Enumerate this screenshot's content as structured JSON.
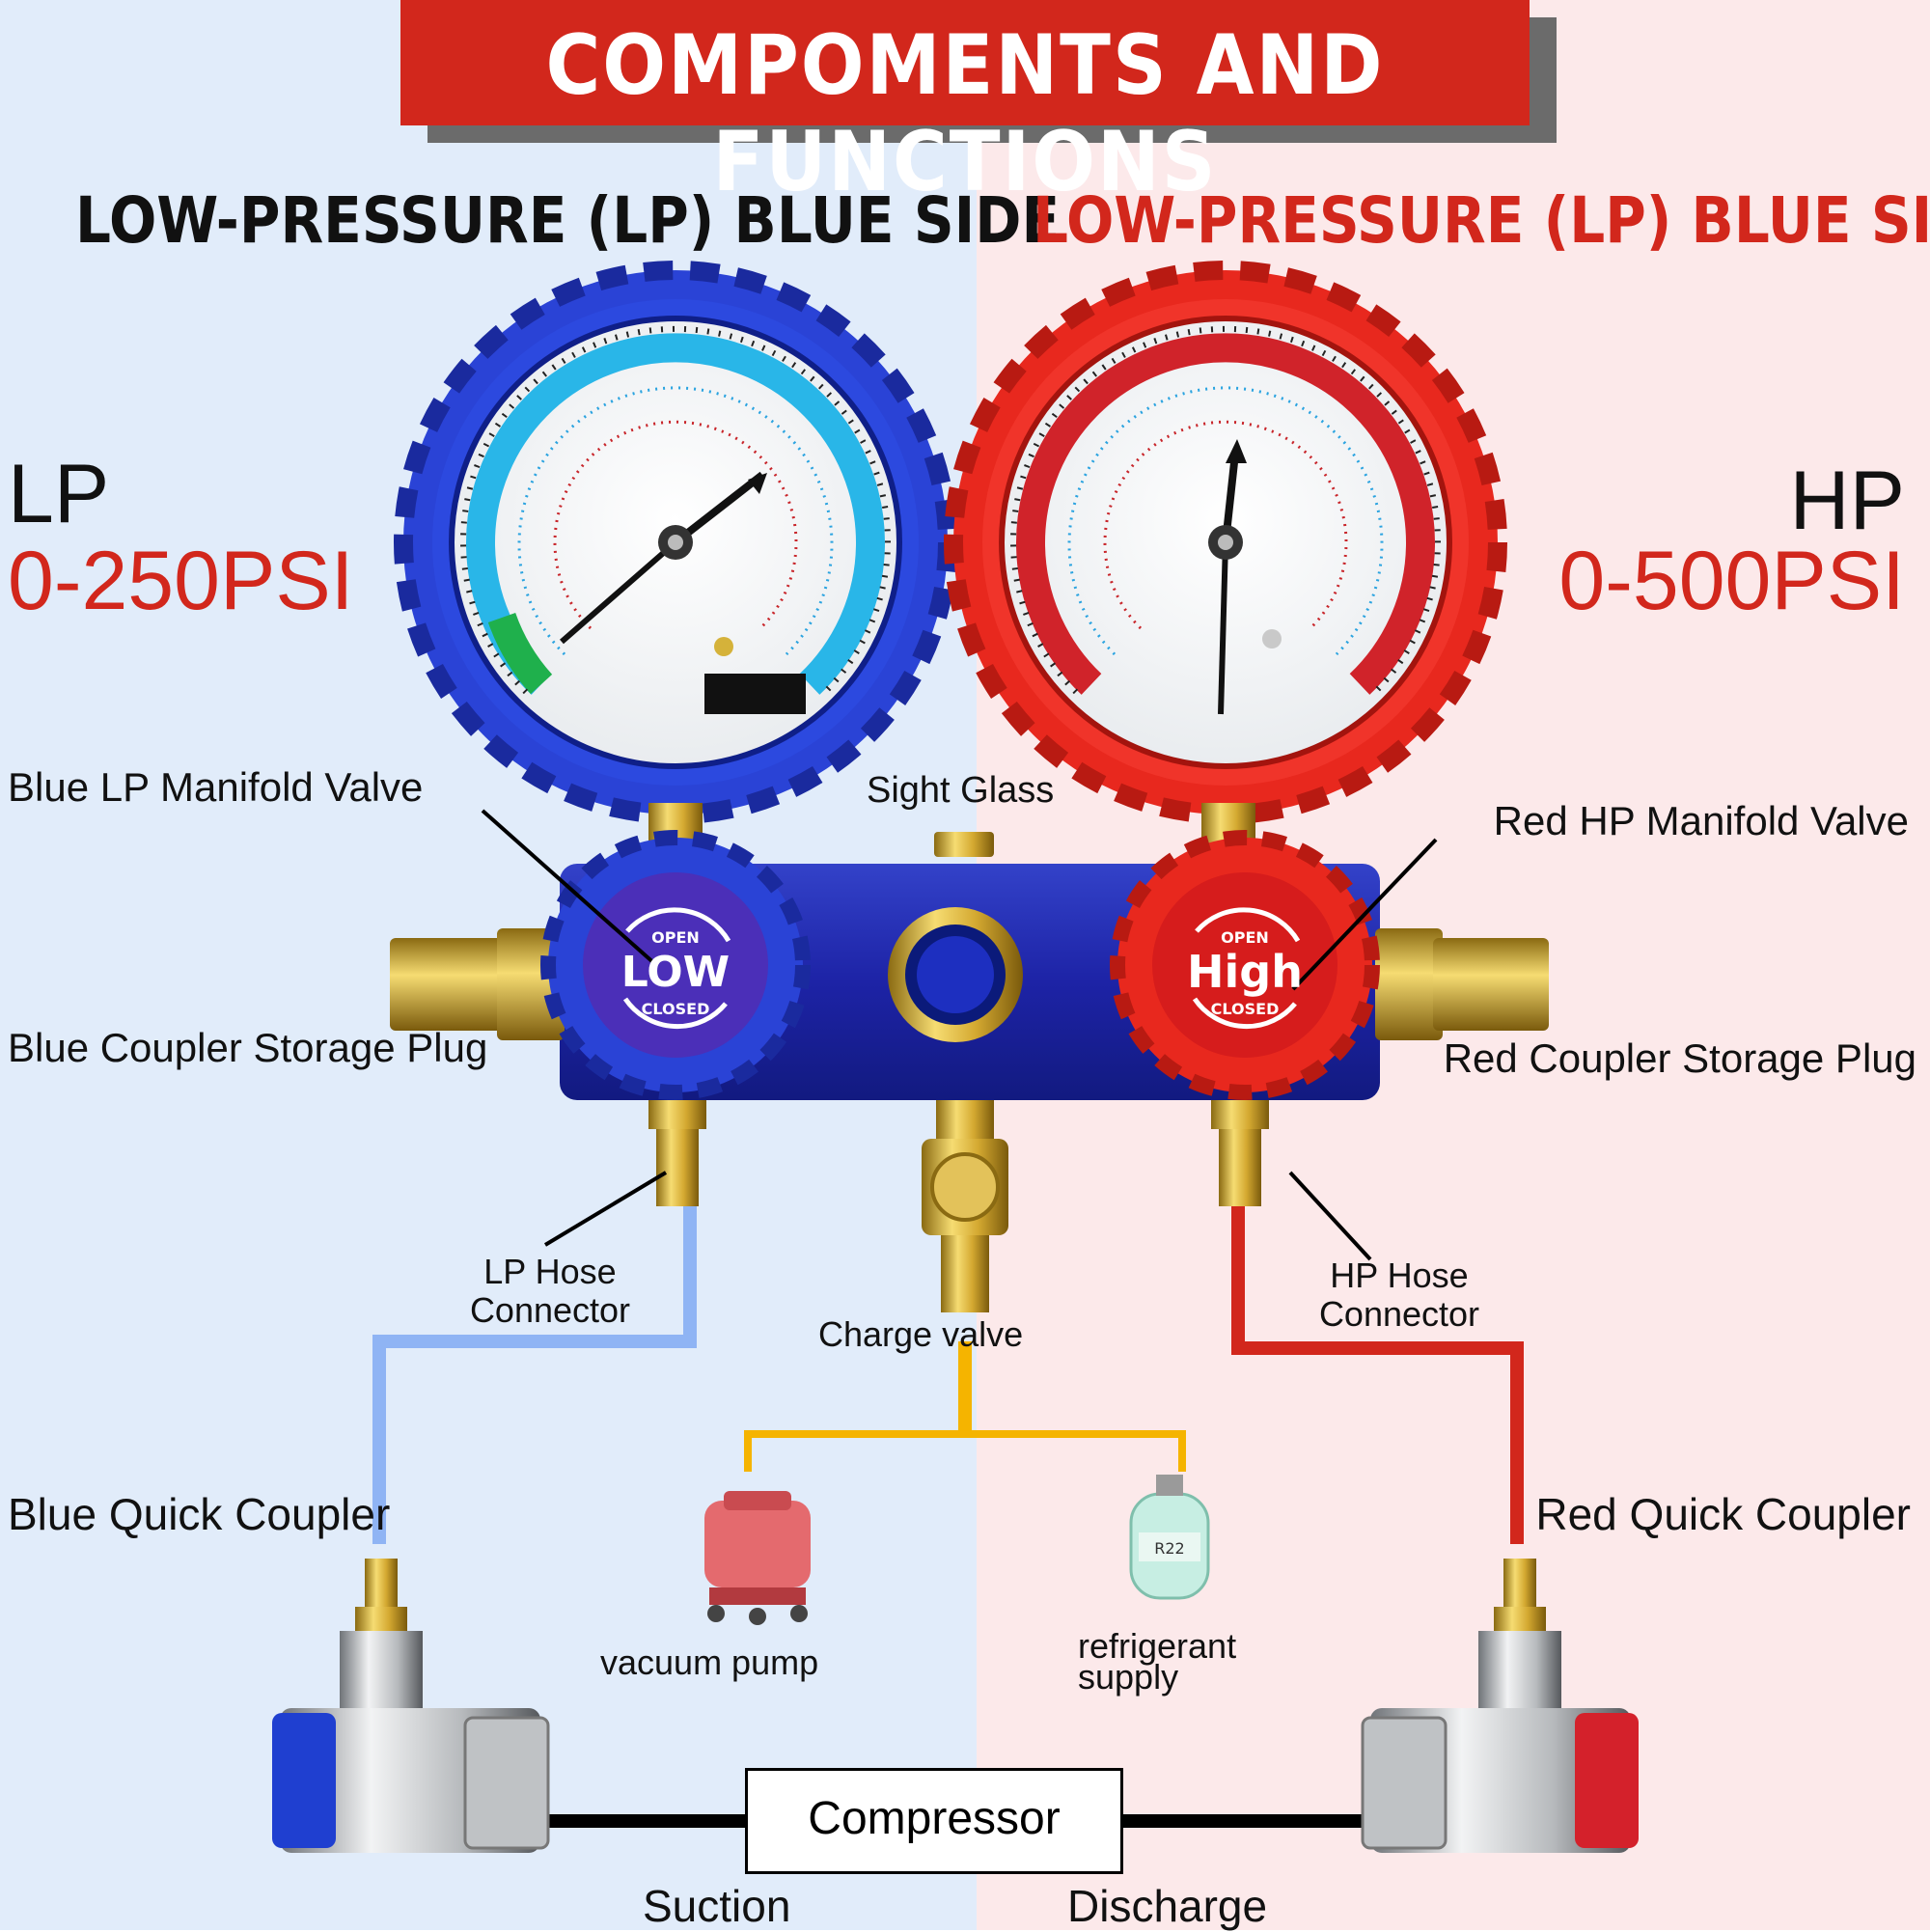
{
  "banner": {
    "title": "COMPOMENTS AND FUNCTIONS"
  },
  "headings": {
    "left": "LOW-PRESSURE (LP) BLUE SIDE",
    "right": "LOW-PRESSURE (LP) BLUE SIDE"
  },
  "left_gauge": {
    "code": "LP",
    "range": "0-250PSI"
  },
  "right_gauge": {
    "code": "HP",
    "range": "0-500PSI"
  },
  "knobs": {
    "low": {
      "top": "OPEN",
      "main": "LOW",
      "bottom": "CLOSED"
    },
    "high": {
      "top": "OPEN",
      "main": "High",
      "bottom": "CLOSED"
    }
  },
  "labels": {
    "blue_lp_valve": "Blue LP Manifold Valve",
    "sight_glass": "Sight Glass",
    "red_hp_valve": "Red HP Manifold Valve",
    "blue_coupler_plug": "Blue Coupler Storage Plug",
    "red_coupler_plug": "Red Coupler Storage Plug",
    "lp_hose_1": "LP Hose",
    "lp_hose_2": "Connector",
    "hp_hose_1": "HP Hose",
    "hp_hose_2": "Connector",
    "charge_valve": "Charge valve",
    "blue_quick_coupler": "Blue Quick Coupler",
    "red_quick_coupler": "Red Quick Coupler",
    "vacuum_pump": "vacuum pump",
    "refrigerant_1": "refrigerant",
    "refrigerant_2": "supply",
    "compressor": "Compressor",
    "suction": "Suction",
    "discharge": "Discharge"
  },
  "colors": {
    "banner": "#d2271c",
    "lp_blue": "#1f3fd0",
    "hp_red": "#e8281e",
    "lp_hose": "#8fb4f4",
    "hp_hose": "#d2271c",
    "charge_hose": "#f5b400",
    "bg_left": "#e1ecfa",
    "bg_right": "#fce9ea"
  }
}
